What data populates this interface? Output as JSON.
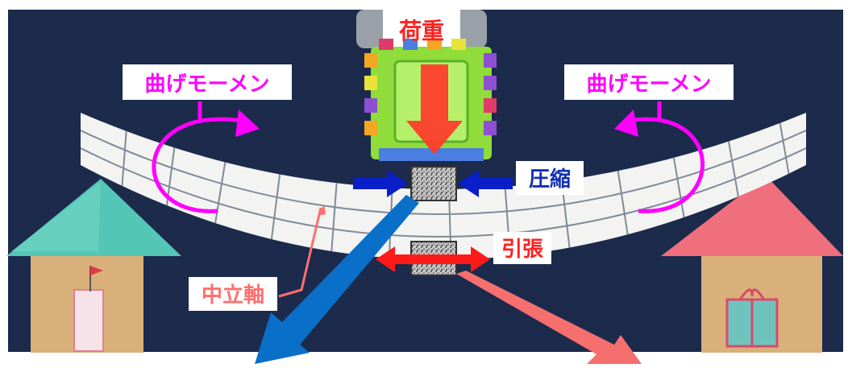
{
  "labels": {
    "load": "荷重",
    "bending_moment_left": "曲げモーメン",
    "bending_moment_right": "曲げモーメン",
    "compression": "圧縮",
    "tension": "引張",
    "neutral_axis": "中立軸"
  },
  "colors": {
    "background": "#1c2a4c",
    "beam": "#f3f3f1",
    "moment": "#ff00ff",
    "load_arrow": "#ff3a2a",
    "compression_arrow": "#0a1fc8",
    "tension_arrow": "#ff1a1a",
    "load_text": "#ff2020",
    "compression_text": "#1030b0",
    "tension_text": "#ff2020",
    "neutral_axis": "#ff6f6f",
    "zoom_left": "#0a6fc8",
    "zoom_right": "#f56f6f",
    "left_roof": "#54c6b5",
    "right_roof": "#ef6f7d",
    "block_wood": "#d9b07a"
  }
}
